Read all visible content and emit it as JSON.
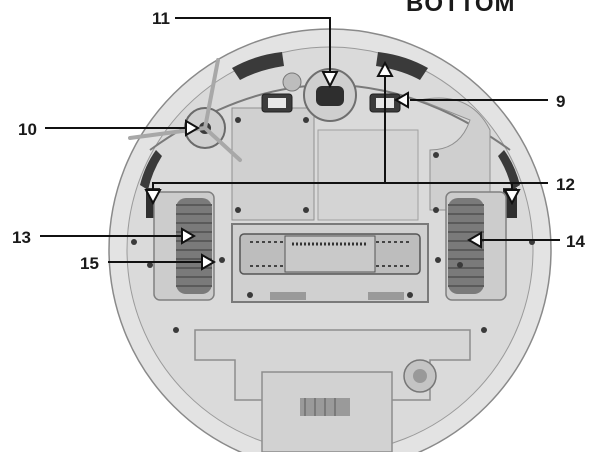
{
  "heading": "BOTTOM",
  "callouts": {
    "c9": "9",
    "c10": "10",
    "c11": "11",
    "c12": "12",
    "c13": "13",
    "c14": "14",
    "c15": "15"
  },
  "colors": {
    "body": "#d9d9d9",
    "rim": "#e6e6e6",
    "outline": "#8a8a8a",
    "dark": "#3a3a3a",
    "wheel": "#7a7a7a",
    "callout_line": "#111111"
  }
}
